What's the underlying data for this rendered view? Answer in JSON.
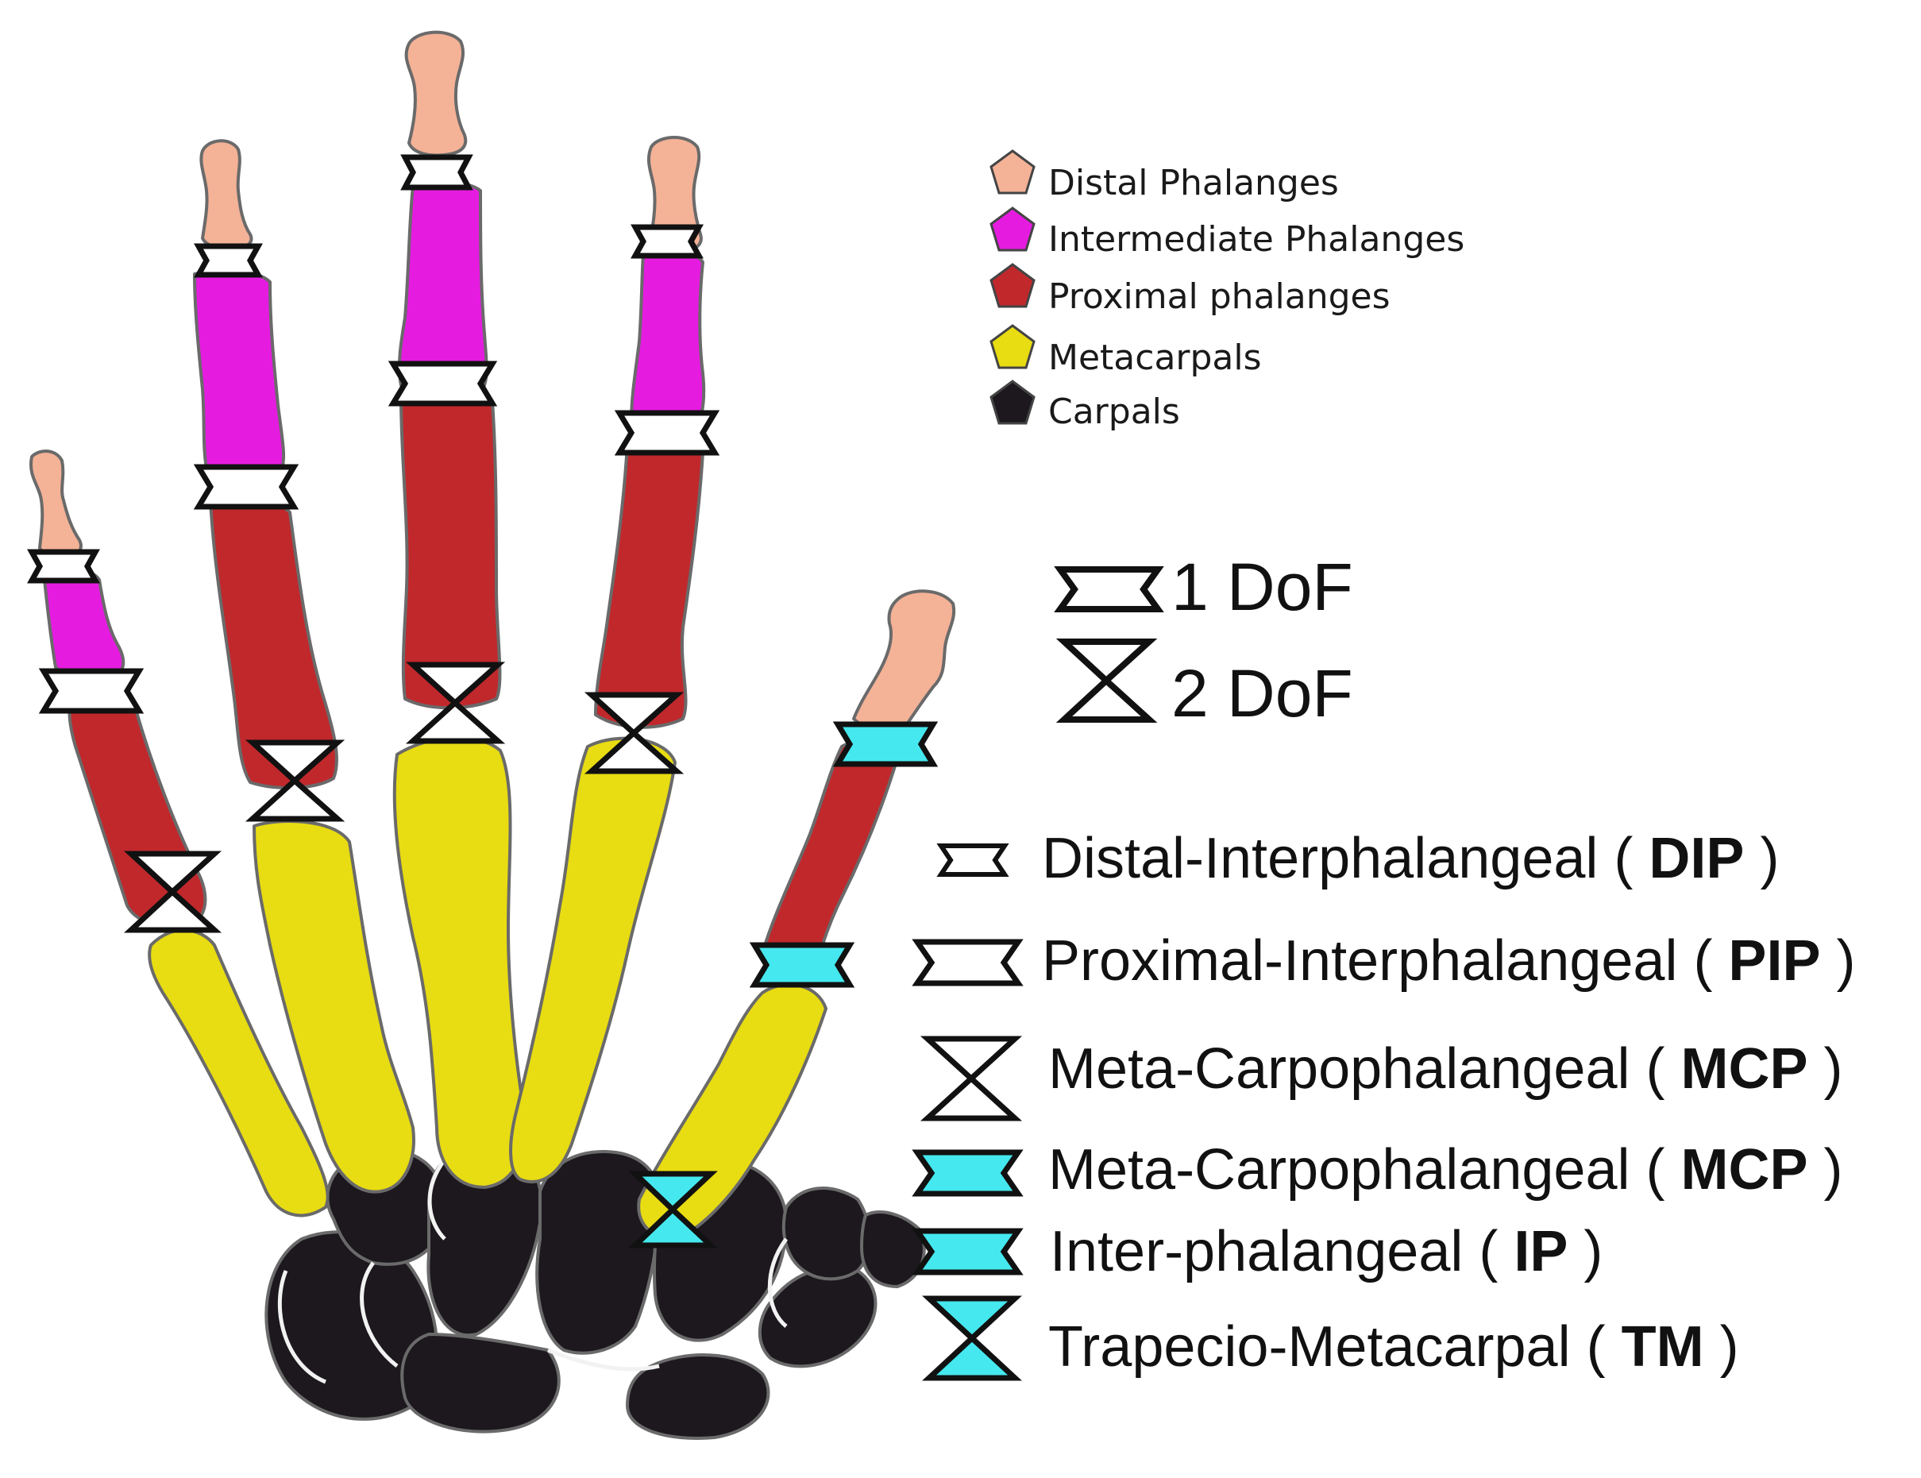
{
  "legend_bones": {
    "items": [
      {
        "label": "Distal Phalanges",
        "color": "#f4b297"
      },
      {
        "label": "Intermediate Phalanges",
        "color": "#e51ce0"
      },
      {
        "label": "Proximal phalanges",
        "color": "#c0282c"
      },
      {
        "label": "Metacarpals",
        "color": "#e8dc12"
      },
      {
        "label": "Carpals",
        "color": "#1c181e"
      }
    ]
  },
  "legend_dof": {
    "one": "1 DoF",
    "two": "2 DoF"
  },
  "legend_joints": {
    "items": [
      {
        "label": "Distal-Interphalangeal ( ",
        "abbr": "DIP",
        "close": " )",
        "symbol": "chevron-small",
        "fill": "#ffffff"
      },
      {
        "label": "Proximal-Interphalangeal ( ",
        "abbr": "PIP",
        "close": " )",
        "symbol": "chevron",
        "fill": "#ffffff"
      },
      {
        "label": "Meta-Carpophalangeal ( ",
        "abbr": "MCP",
        "close": " )",
        "symbol": "hourglass",
        "fill": "#ffffff"
      },
      {
        "label": "Meta-Carpophalangeal ( ",
        "abbr": "MCP",
        "close": " )",
        "symbol": "chevron",
        "fill": "#45e8ee"
      },
      {
        "label": "Inter-phalangeal ( ",
        "abbr": "IP",
        "close": " )",
        "symbol": "chevron",
        "fill": "#45e8ee"
      },
      {
        "label": "Trapecio-Metacarpal ( ",
        "abbr": "TM",
        "close": " )",
        "symbol": "hourglass",
        "fill": "#45e8ee"
      }
    ]
  },
  "colors": {
    "distal": "#f4b297",
    "intermediate": "#e51ce0",
    "proximal": "#c0282c",
    "metacarpal": "#e8dc12",
    "carpal": "#1c181e",
    "joint_white": "#ffffff",
    "joint_cyan": "#45e8ee",
    "outline": "#111111"
  }
}
